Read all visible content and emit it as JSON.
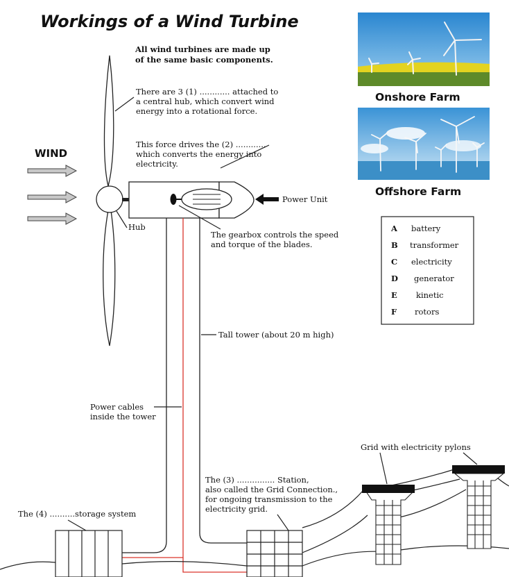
{
  "title": "Workings of a Wind Turbine",
  "intro": [
    "All wind turbines are made up",
    "of the same basic components."
  ],
  "wind_label": "WIND",
  "labels": {
    "blades": [
      "There are 3 (1) ............  attached to",
      "a central hub, which convert wind",
      "energy into a rotational force."
    ],
    "generator": [
      "This force drives the (2) ............",
      "which converts the energy into",
      "electricity."
    ],
    "power_unit": "Power Unit",
    "hub": "Hub",
    "gearbox": [
      "The gearbox controls the speed",
      "and torque of the blades."
    ],
    "tower": "Tall tower (about 20 m high)",
    "cables": [
      "Power cables",
      "inside the tower"
    ],
    "storage": "The (4) ..........storage system",
    "station": [
      "The (3) ............... Station,",
      "also called the Grid Connection.,",
      "for ongoing transmission to the",
      "electricity grid."
    ],
    "grid": "Grid with electricity pylons"
  },
  "photos": {
    "onshore": {
      "caption": "Onshore Farm",
      "sky": "#3b9ad9",
      "ground": "#e3d320"
    },
    "offshore": {
      "caption": "Offshore Farm",
      "sky": "#5aa7dc",
      "sea": "#3c8fc7"
    }
  },
  "options": [
    {
      "letter": "A",
      "text": "battery"
    },
    {
      "letter": "B",
      "text": "transformer"
    },
    {
      "letter": "C",
      "text": "electricity"
    },
    {
      "letter": "D",
      "text": "generator"
    },
    {
      "letter": "E",
      "text": "kinetic"
    },
    {
      "letter": "F",
      "text": "rotors"
    }
  ],
  "colors": {
    "cable": "#d9342b",
    "line": "#222222"
  }
}
